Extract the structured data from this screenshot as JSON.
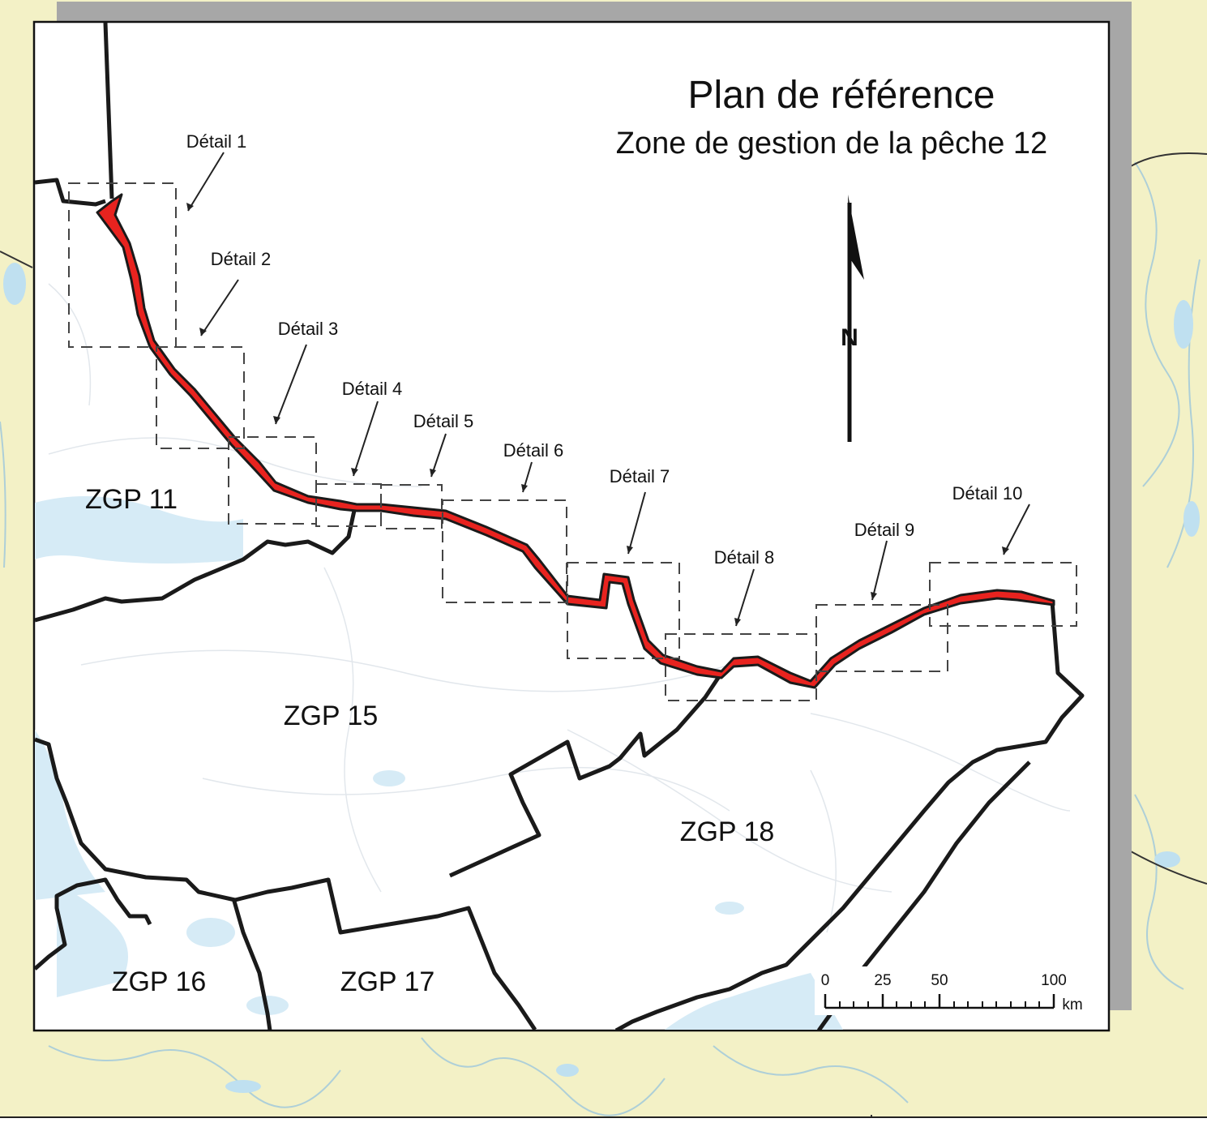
{
  "map": {
    "title": "Plan de référence",
    "subtitle": "Zone de gestion de la pêche 12",
    "north_label": "N",
    "colors": {
      "background_land": "#f3f1c6",
      "map_fill": "#ffffff",
      "water": "#cfe6f3",
      "boundary": "#1a1a1a",
      "zone12_fill": "#e8231f",
      "shadow": "#a7a7a7"
    },
    "details": [
      {
        "label": "Détail 1"
      },
      {
        "label": "Détail 2"
      },
      {
        "label": "Détail 3"
      },
      {
        "label": "Détail 4"
      },
      {
        "label": "Détail 5"
      },
      {
        "label": "Détail 6"
      },
      {
        "label": "Détail 7"
      },
      {
        "label": "Détail 8"
      },
      {
        "label": "Détail 9"
      },
      {
        "label": "Détail 10"
      }
    ],
    "zones": [
      {
        "label": "ZGP 11"
      },
      {
        "label": "ZGP 15"
      },
      {
        "label": "ZGP 16"
      },
      {
        "label": "ZGP 17"
      },
      {
        "label": "ZGP 18"
      }
    ],
    "scale": {
      "ticks": [
        "0",
        "25",
        "50",
        "100"
      ],
      "unit": "km"
    }
  }
}
